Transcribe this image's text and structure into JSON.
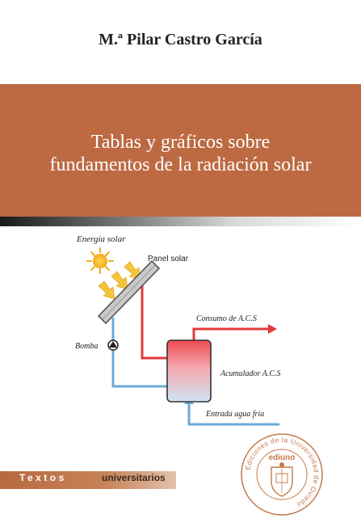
{
  "cover": {
    "author": "M.ª Pilar Castro García",
    "title_line1": "Tablas y gráficos sobre",
    "title_line2": "fundamentos de la radiación solar"
  },
  "diagram": {
    "energia_solar": "Energía solar",
    "panel_solar": "Panel solar",
    "consumo": "Consumo de A.C.S",
    "bomba": "Bomba",
    "acumulador": "Acumulador A.C.S",
    "entrada": "Entrada agua fría"
  },
  "series": {
    "textos": "Textos",
    "universitarios": "universitarios"
  },
  "seal": {
    "brand": "ediuno",
    "ring_text": "Ediciones de la Universidad de Oviedo"
  },
  "colors": {
    "band": "#bd6a42",
    "hot_pipe": "#e03a3a",
    "cold_pipe": "#6aaad8",
    "seal": "#c47a4a"
  }
}
